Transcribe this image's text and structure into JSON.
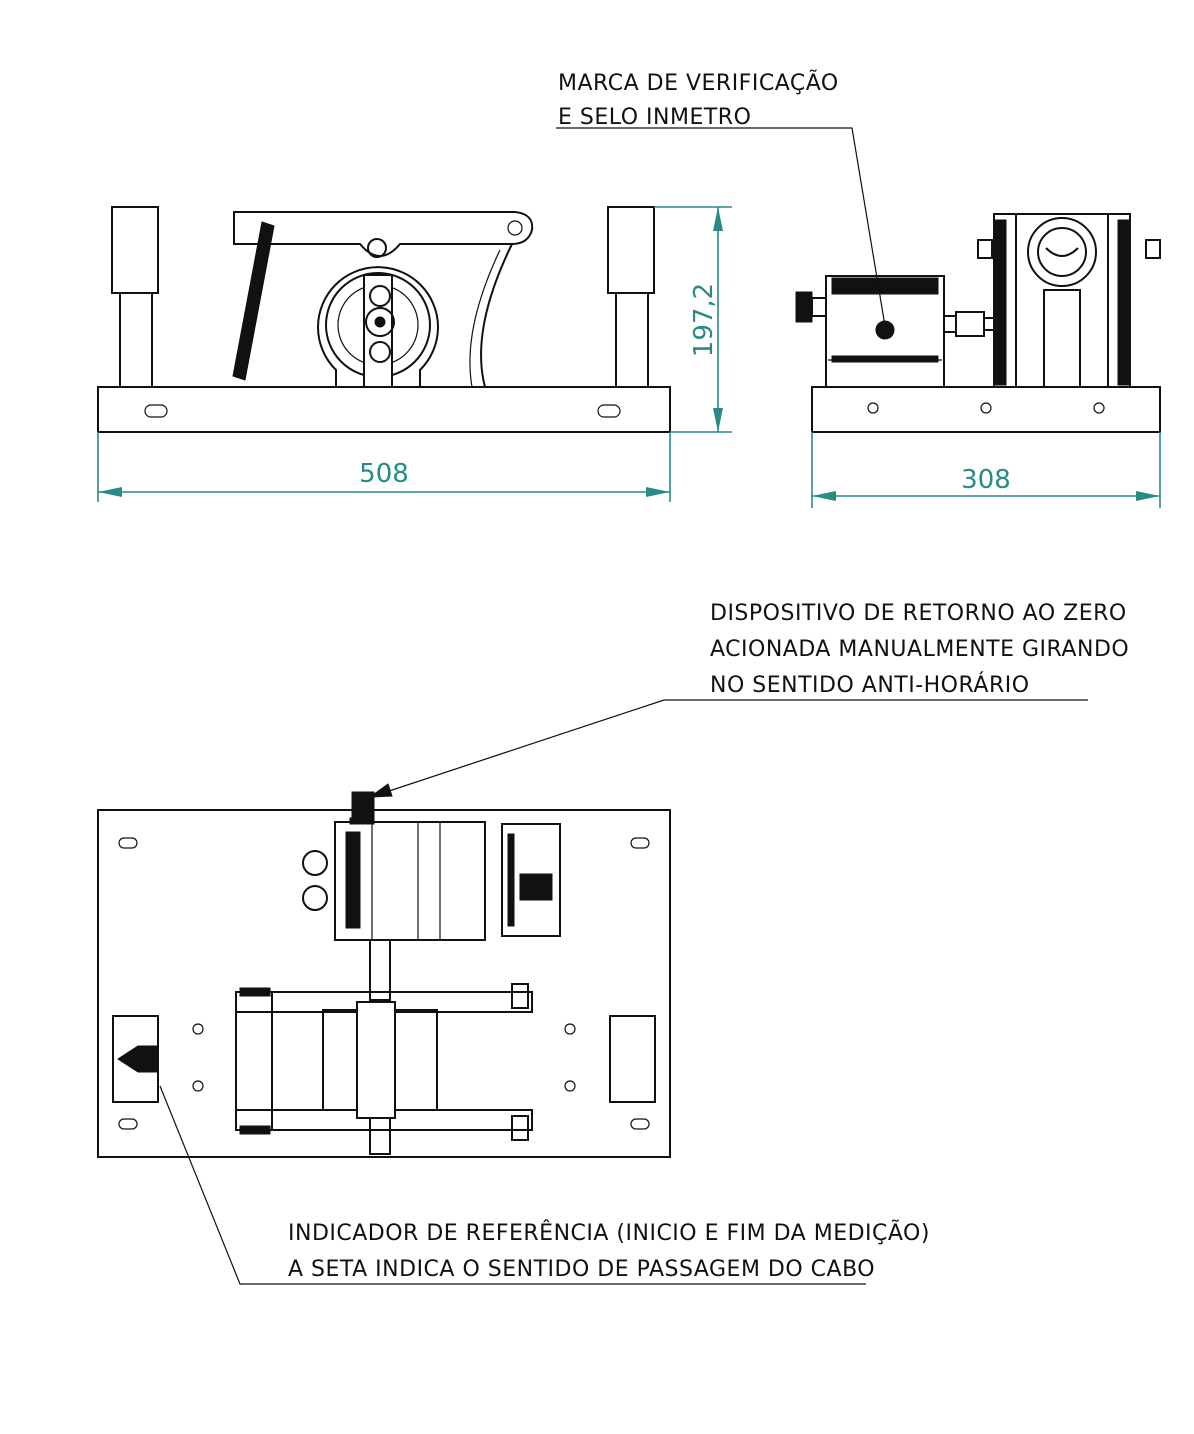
{
  "notes": {
    "seal": [
      "MARCA DE VERIFICAÇÃO",
      "E SELO INMETRO"
    ],
    "zero_reset": [
      "DISPOSITIVO DE RETORNO AO ZERO",
      "ACIONADA MANUALMENTE GIRANDO",
      "NO SENTIDO ANTI-HORÁRIO"
    ],
    "reference": [
      "INDICADOR DE REFERÊNCIA (INICIO E FIM DA MEDIÇÃO)",
      "A SETA INDICA O SENTIDO DE PASSAGEM DO CABO"
    ]
  },
  "dimensions": {
    "front_width": "508",
    "front_height": "197,2",
    "side_width": "308"
  },
  "colors": {
    "line": "#111111",
    "dimension": "#2a8a86",
    "background": "#ffffff"
  }
}
